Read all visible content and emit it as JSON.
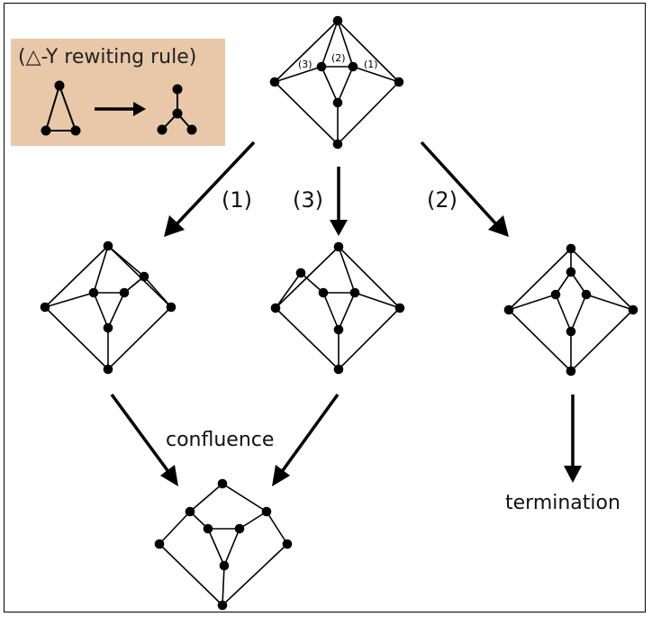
{
  "rule": {
    "title": "(△-Y rewiting rule)"
  },
  "edge_marks": {
    "m3": "(3)",
    "m2": "(2)",
    "m1": "(1)"
  },
  "arrows": {
    "left": "(1)",
    "middle": "(3)",
    "right": "(2)"
  },
  "annotations": {
    "confluence": "confluence",
    "termination": "termination"
  },
  "colors": {
    "rule_background": "#e8c8a8",
    "ink": "#000000"
  }
}
